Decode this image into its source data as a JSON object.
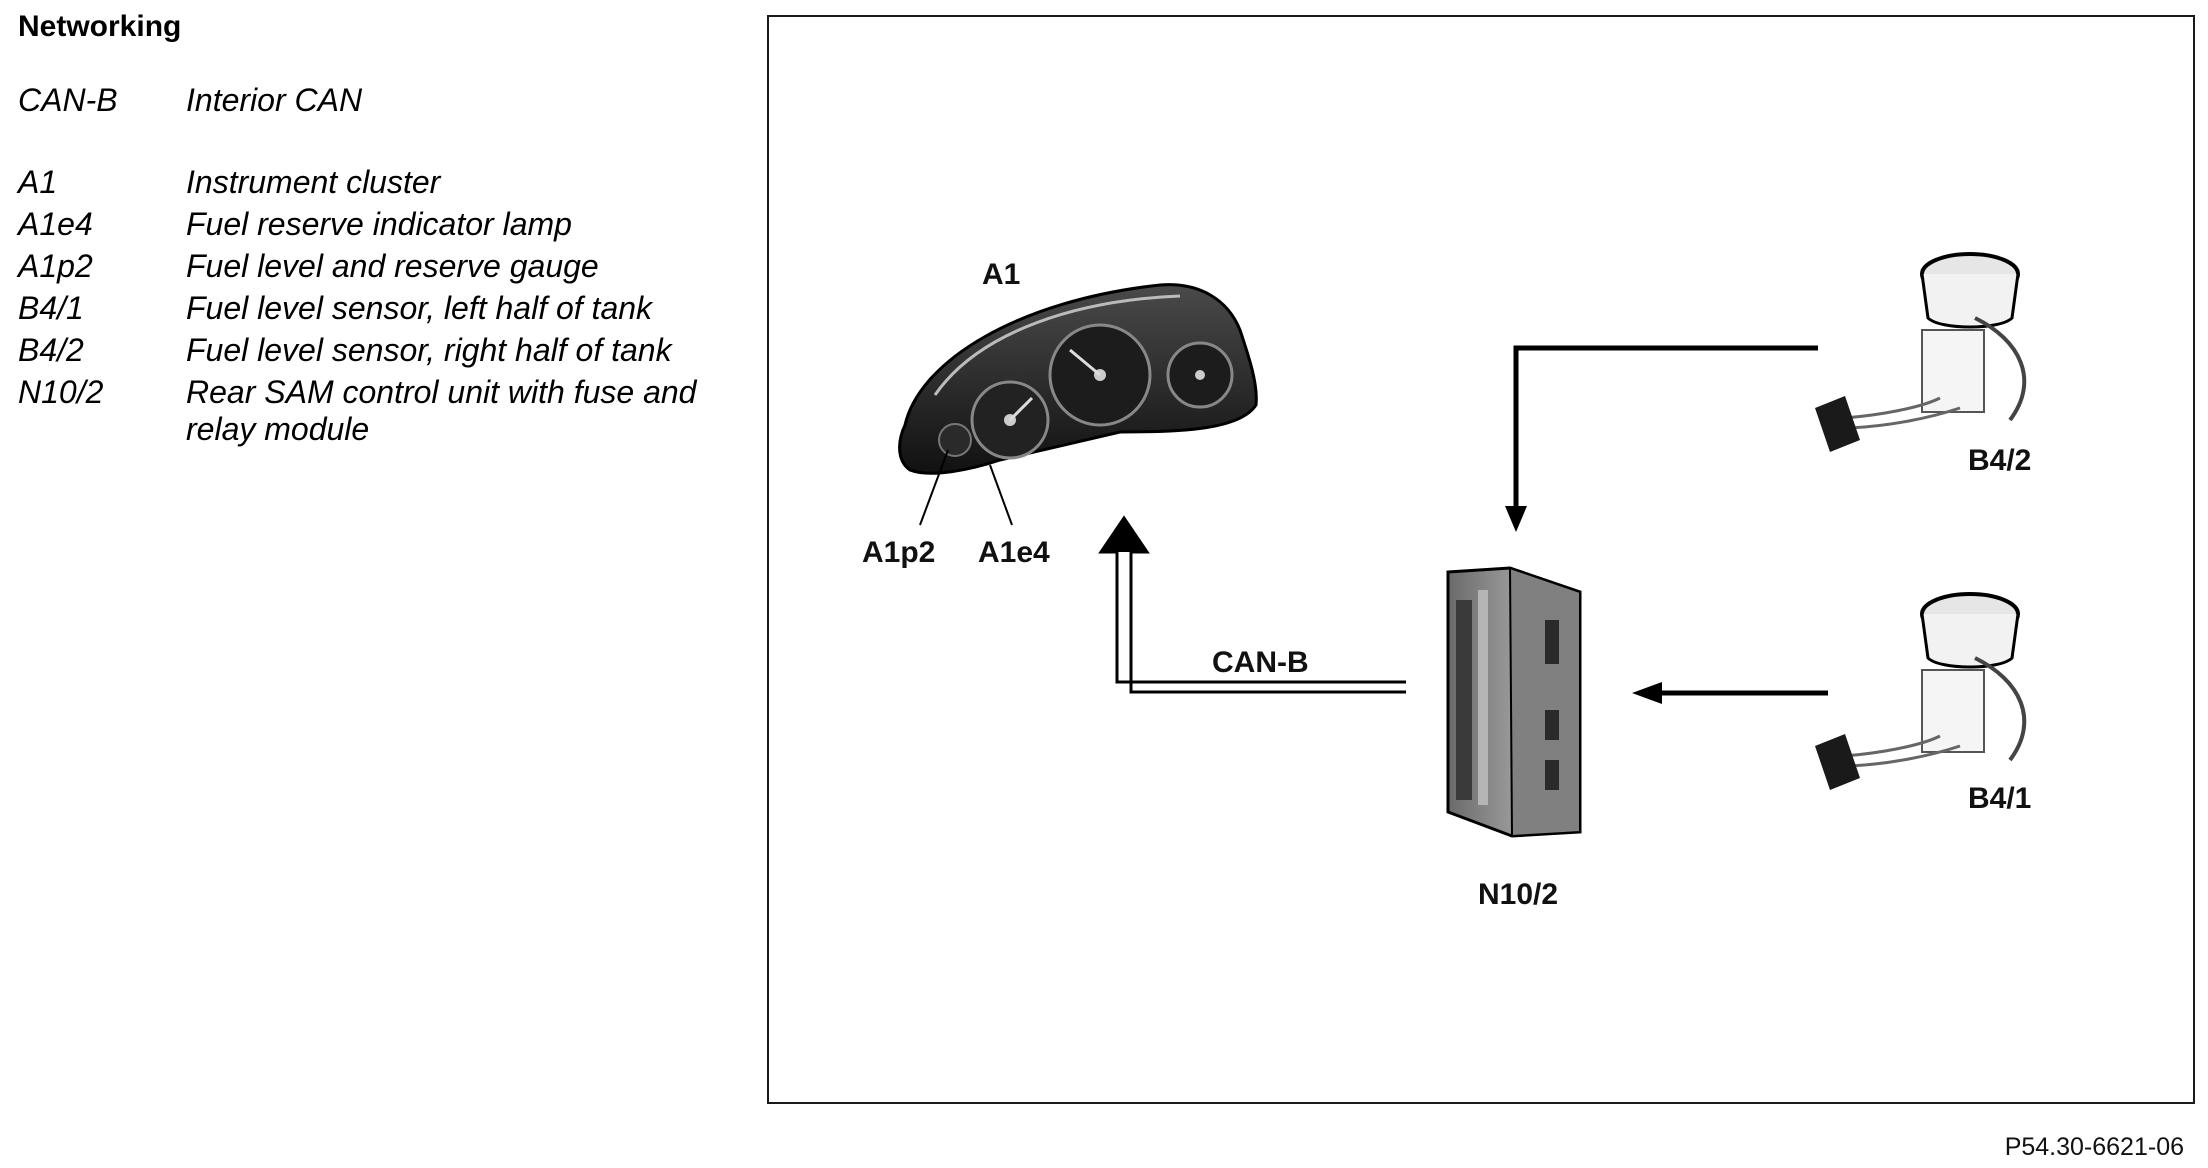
{
  "legend": {
    "title": "Networking",
    "items": [
      {
        "code": "CAN-B",
        "desc": "Interior CAN"
      },
      {
        "code": "A1",
        "desc": "Instrument cluster"
      },
      {
        "code": "A1e4",
        "desc": "Fuel reserve indicator lamp"
      },
      {
        "code": "A1p2",
        "desc": "Fuel level and reserve gauge"
      },
      {
        "code": "B4/1",
        "desc": "Fuel level sensor, left half of tank"
      },
      {
        "code": "B4/2",
        "desc": "Fuel level sensor, right half of tank"
      },
      {
        "code": "N10/2",
        "desc": "Rear SAM control unit with fuse and relay module"
      }
    ]
  },
  "diagram": {
    "labels": {
      "a1": "A1",
      "a1p2": "A1p2",
      "a1e4": "A1e4",
      "can_b": "CAN-B",
      "n10_2": "N10/2",
      "b4_2": "B4/2",
      "b4_1": "B4/1"
    },
    "figure_ref": "P54.30-6621-06"
  }
}
